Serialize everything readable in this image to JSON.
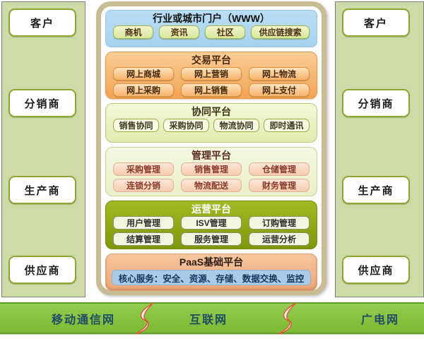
{
  "left_panel": {
    "items": [
      "客户",
      "分销商",
      "生产商",
      "供应商"
    ]
  },
  "right_panel": {
    "items": [
      "客户",
      "分销商",
      "生产商",
      "供应商"
    ]
  },
  "portal": {
    "title": "行业或城市门户（WWW）",
    "buttons": [
      "商机",
      "资讯",
      "社区",
      "供应链搜索"
    ]
  },
  "trading": {
    "title": "交易平台",
    "buttons": [
      "网上商城",
      "网上营销",
      "网上物流",
      "网上采购",
      "网上销售",
      "网上支付"
    ]
  },
  "collaboration": {
    "title": "协同平台",
    "buttons": [
      "销售协同",
      "采购协同",
      "物流协同",
      "即时通讯"
    ]
  },
  "management": {
    "title": "管理平台",
    "buttons": [
      "采购管理",
      "销售管理",
      "仓储管理",
      "连锁分销",
      "物流配送",
      "财务管理"
    ]
  },
  "operations": {
    "title": "运营平台",
    "buttons": [
      "用户管理",
      "ISV管理",
      "订购管理",
      "结算管理",
      "服务管理",
      "运营分析"
    ]
  },
  "paas": {
    "title": "PaaS基础平台",
    "core_services": "核心服务：安全、资源、存储、数据交换、监控"
  },
  "network_bar": {
    "labels": [
      "移动通信网",
      "互联网",
      "广电网"
    ],
    "icon": "lightning-bolt-icon"
  },
  "colors": {
    "panel_green": "#CDDBA7",
    "frame_tan": "#C8BC94",
    "portal_blue": "#A5D2EF",
    "trading_orange": "#F2A356",
    "operations_olive": "#7D970C",
    "paas_peach": "#ECA678",
    "network_green": "#7CBA33",
    "network_text": "#1d4d66",
    "maroon_text": "#8a3b2b"
  }
}
